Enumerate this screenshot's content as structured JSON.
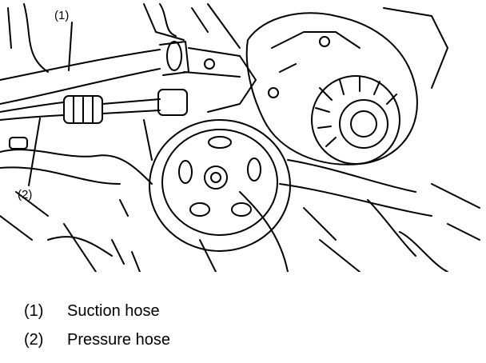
{
  "callouts": {
    "suction": "(1)",
    "pressure": "(2)"
  },
  "legend": [
    {
      "number": "(1)",
      "label": "Suction hose"
    },
    {
      "number": "(2)",
      "label": "Pressure hose"
    }
  ],
  "colors": {
    "ink": "#000000",
    "paper": "#ffffff"
  }
}
